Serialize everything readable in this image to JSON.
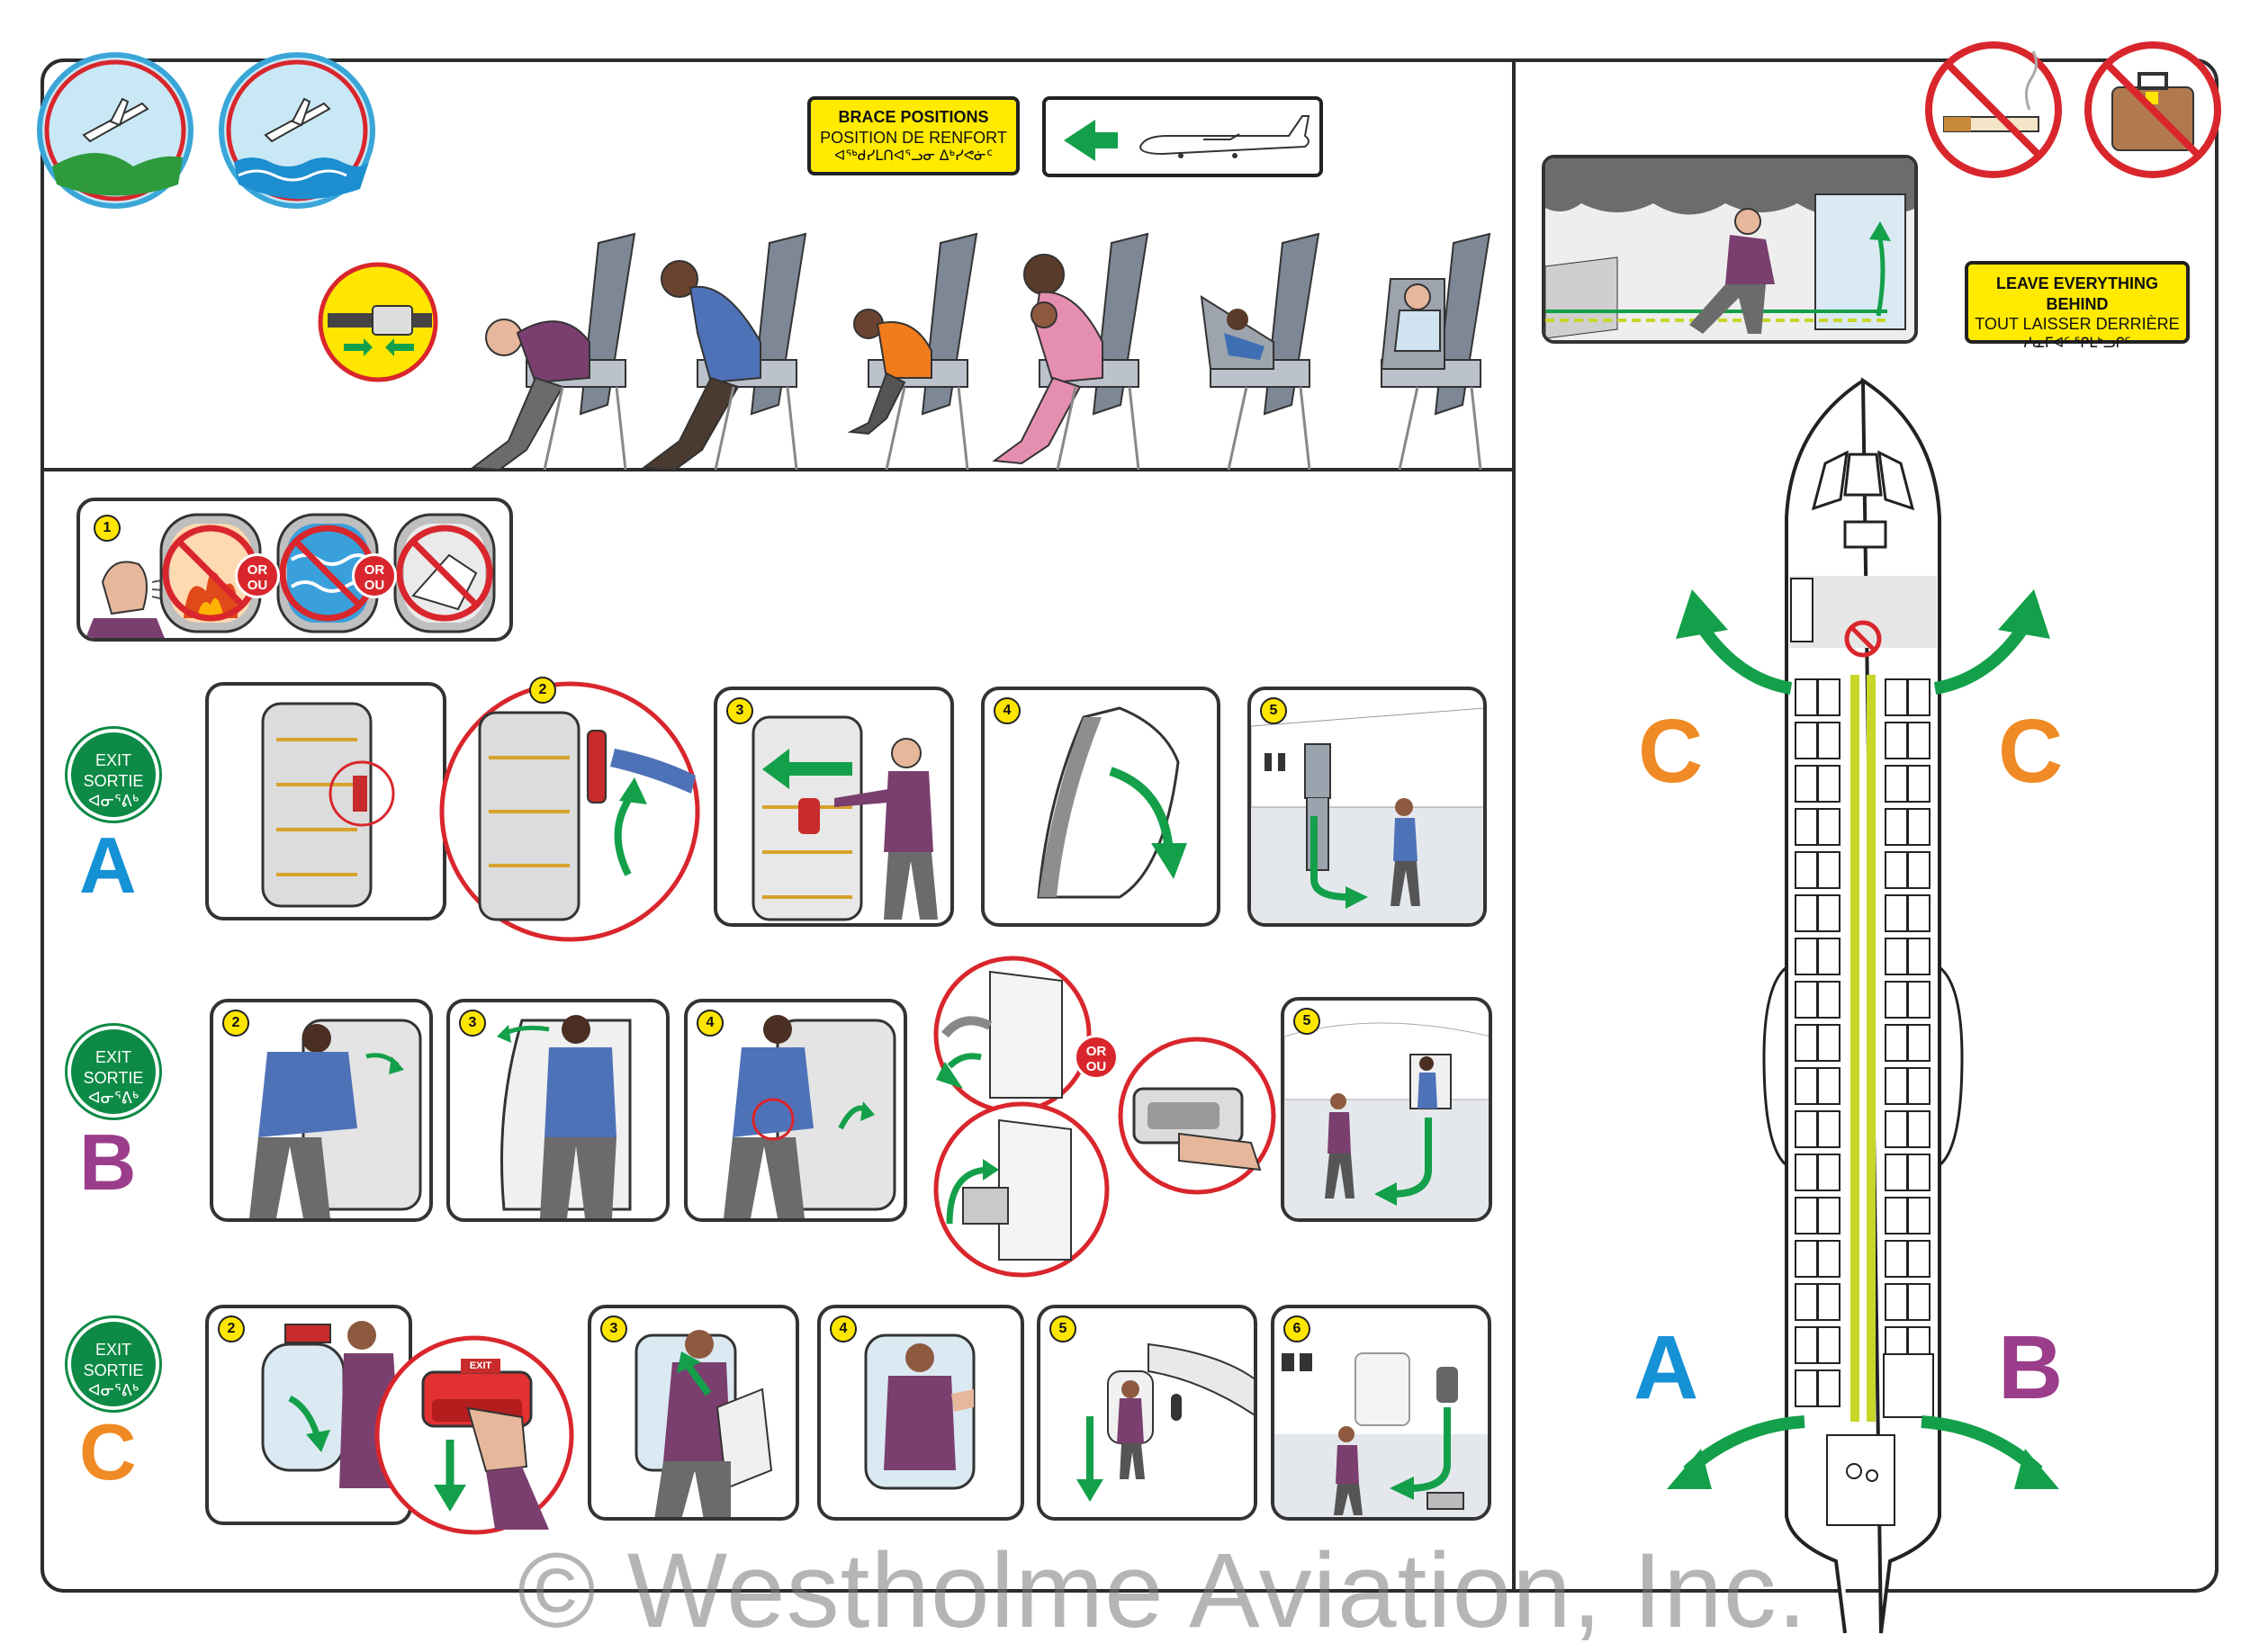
{
  "brace_sign": {
    "line1": "BRACE POSITIONS",
    "line2": "POSITION DE RENFORT",
    "line3": "ᐊᖅᑯᓯᒪᑎᐊᕐᓗᓂ ᐃᒃᓯᕙᓃᑦ"
  },
  "leave_sign": {
    "line1": "LEAVE EVERYTHING BEHIND",
    "line2": "TOUT LAISSER DERRIÈRE",
    "line3": "ᓱᓇᒥᐊᑦ ᕿᒪᒃᓗᒋᑦ"
  },
  "or_label": {
    "top": "OR",
    "bottom": "OU"
  },
  "exit_badge": {
    "line1": "EXIT",
    "line2": "SORTIE",
    "line3": "ᐊᓂᕐᕕᒃ"
  },
  "exits": {
    "a": "A",
    "b": "B",
    "c": "C"
  },
  "steps": {
    "s1": "1",
    "s2": "2",
    "s3": "3",
    "s4": "4",
    "s5": "5",
    "s6": "6"
  },
  "door_label": "EXIT",
  "watermark": "© Westholme Aviation, Inc.",
  "colors": {
    "exit_green": "#0d8a45",
    "arrow_green": "#14a04a",
    "letter_a": "#1591d6",
    "letter_b": "#9b3d8b",
    "letter_c": "#f08a24",
    "sign_yellow": "#ffea00",
    "prohibit_red": "#d9262c"
  }
}
